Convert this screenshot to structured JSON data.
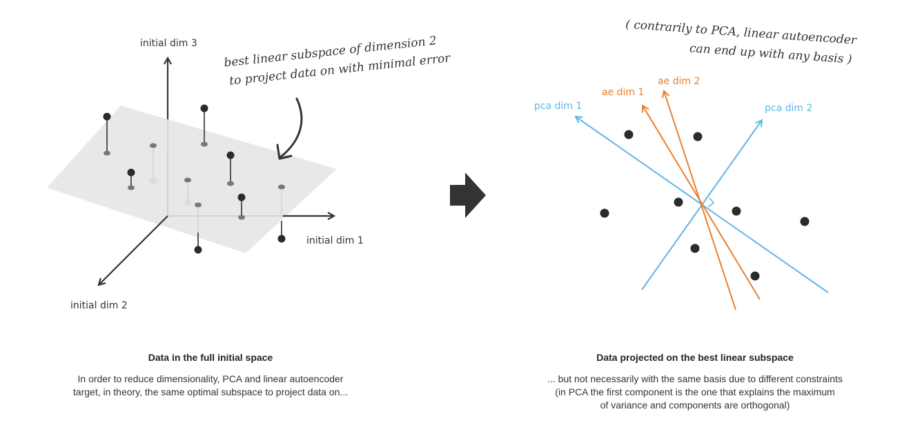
{
  "left": {
    "axis_labels": {
      "dim1": "initial dim 1",
      "dim2": "initial dim 2",
      "dim3": "initial dim 3"
    },
    "annotation": [
      "best linear subspace of dimension 2",
      "to project data on with minimal error"
    ],
    "caption_title": "Data in the full initial space",
    "caption_lines": [
      "In order to reduce dimensionality, PCA and linear autoencoder",
      "target, in theory, the same optimal subspace to project data on..."
    ]
  },
  "right": {
    "labels": {
      "pca1": "pca dim 1",
      "pca2": "pca dim 2",
      "ae1": "ae dim 1",
      "ae2": "ae dim 2"
    },
    "annotation": [
      "( contrarily to PCA, linear autoencoder",
      "can end up with any basis )"
    ],
    "caption_title": "Data projected on the best linear subspace",
    "caption_lines": [
      "... but not necessarily with the same basis due to different constraints",
      "(in PCA the first component is the one that explains the maximum",
      "of variance and components are orthogonal)"
    ]
  },
  "colors": {
    "pca": "#5bb6e6",
    "ae": "#e87e2c",
    "points": "#2b2b2b",
    "plane": "#e6e6e6",
    "axes": "#333333"
  },
  "icons": {
    "transition": "right-arrow-icon"
  }
}
